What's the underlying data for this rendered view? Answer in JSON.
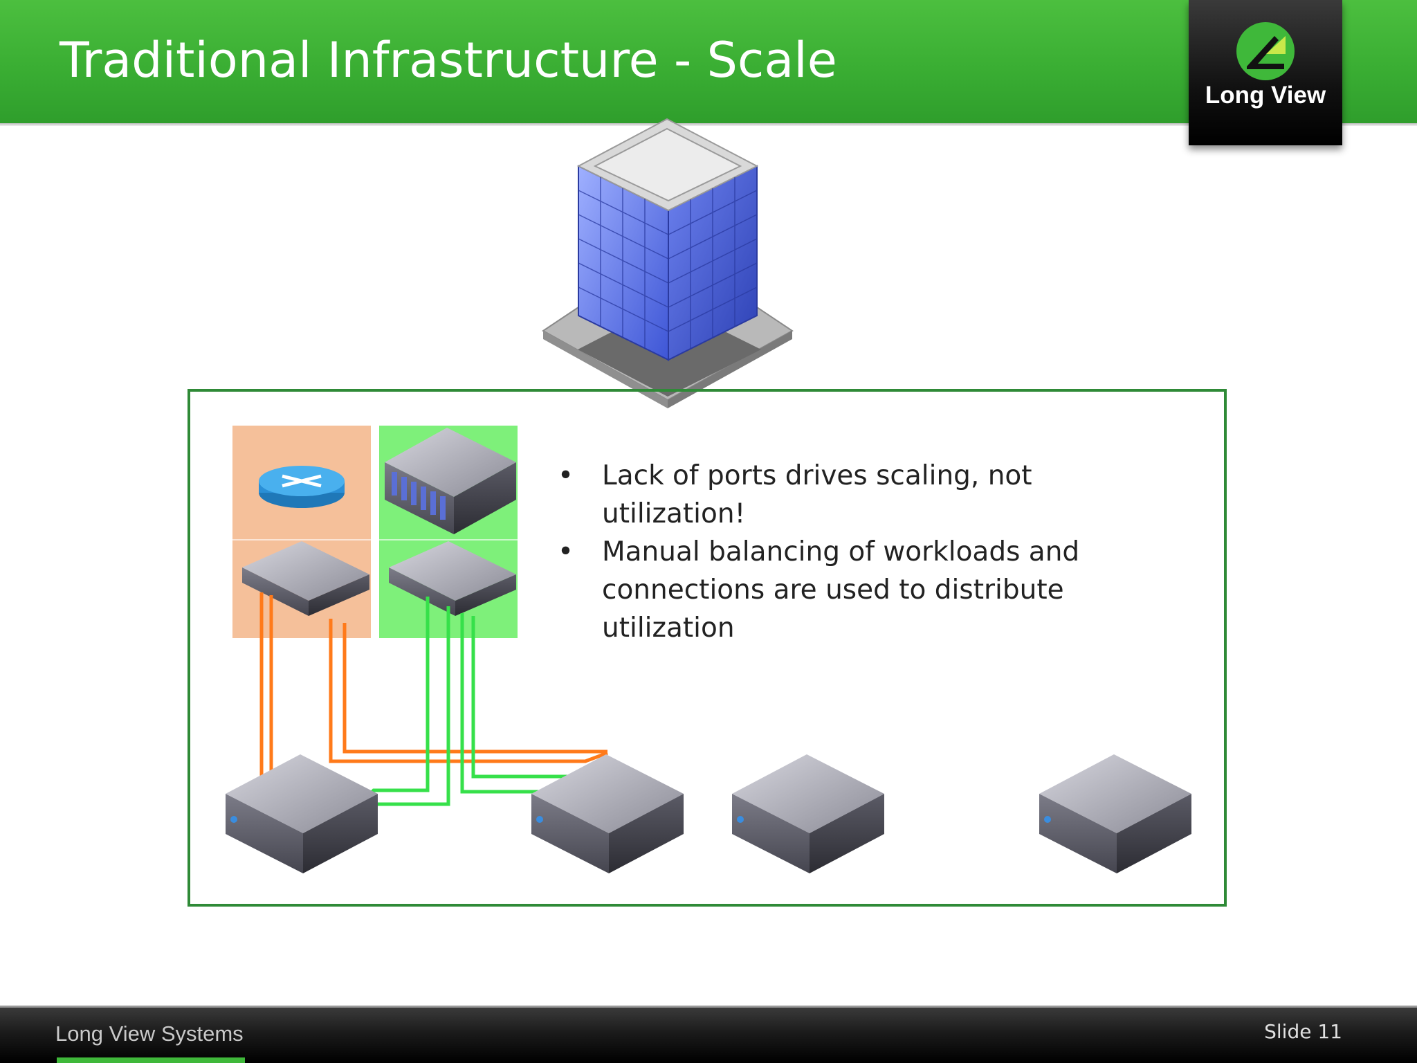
{
  "header": {
    "title": "Traditional Infrastructure - Scale"
  },
  "logo": {
    "text": "Long View",
    "icon": "long-view-logo-mark"
  },
  "bullets": [
    "Lack of ports drives scaling, not utilization!",
    "Manual balancing of workloads and connections are used to distribute utilization"
  ],
  "footer": {
    "brand": "Long View Systems",
    "slide": "Slide 11"
  },
  "icons": [
    "office-building-icon",
    "router-icon",
    "storage-array-icon",
    "network-switch-icon",
    "server-icon"
  ],
  "colors": {
    "header_green": "#3aae33",
    "frame_green": "#2f8a37",
    "network_panel": "#f5c09a",
    "storage_panel": "#7ef07a",
    "network_cable": "#ff7a1a",
    "storage_cable": "#36e04a"
  }
}
